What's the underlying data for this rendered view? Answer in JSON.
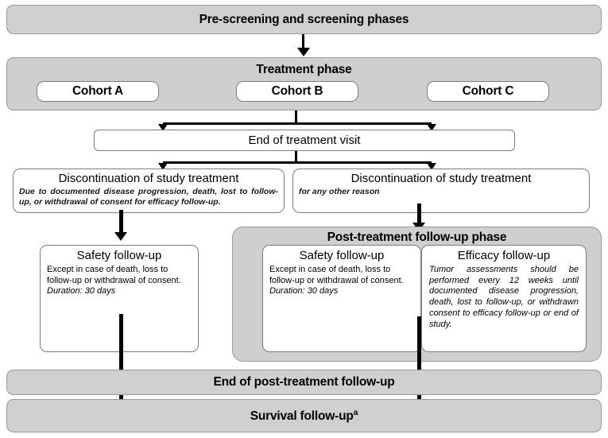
{
  "diagram": {
    "title": "Clinical trial study design flow diagram",
    "colors": {
      "panel_gray": "#cfcfcf",
      "bar_gray": "#d0d0d0",
      "box_white": "#ffffff",
      "line_black": "#000000",
      "border_gray": "#9a9a9a"
    },
    "prescreening": {
      "label": "Pre-screening and screening phases"
    },
    "treatment": {
      "label": "Treatment phase",
      "cohorts": [
        {
          "label": "Cohort A"
        },
        {
          "label": "Cohort B"
        },
        {
          "label": "Cohort C"
        }
      ]
    },
    "end_of_treatment_visit": {
      "label": "End of treatment visit"
    },
    "discontinuation_left": {
      "heading": "Discontinuation of study treatment",
      "detail": "Due to documented disease progression, death, lost to follow-up, or withdrawal of consent for efficacy follow-up."
    },
    "discontinuation_right": {
      "heading": "Discontinuation of study treatment",
      "detail": "for any other reason"
    },
    "safety_followup_left": {
      "heading": "Safety follow-up",
      "body": "Except in case of death, loss to follow-up or withdrawal of consent.",
      "duration": "Duration: 30 days"
    },
    "post_treatment": {
      "label": "Post-treatment follow-up phase",
      "safety": {
        "heading": "Safety follow-up",
        "body": "Except in case of death, loss to follow-up or withdrawal of consent.",
        "duration": "Duration: 30 days"
      },
      "efficacy": {
        "heading": "Efficacy follow-up",
        "body": "Tumor assessments should be performed every 12 weeks until documented disease progression, death, lost to follow-up, or withdrawn consent to efficacy follow-up or end of study."
      }
    },
    "end_of_post_treatment": {
      "label": "End of post-treatment follow-up"
    },
    "survival": {
      "label": "Survival follow-up",
      "footnote_marker": "a"
    }
  }
}
